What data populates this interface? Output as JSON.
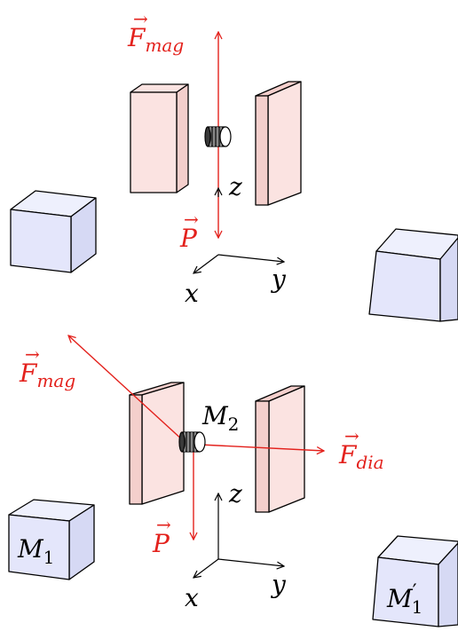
{
  "colors": {
    "force": "#e3211c",
    "plate_fill": "#fbe3e1",
    "cube_front": "#e4e6fb",
    "cube_top": "#eef0fd",
    "cube_side": "#d6d9f4",
    "stroke": "#000000"
  },
  "top_panel": {
    "force_magnetic": {
      "symbol": "F",
      "subscript": "mag"
    },
    "force_weight": {
      "symbol": "P"
    },
    "axis_z": "z",
    "axis_x": "x",
    "axis_y": "y"
  },
  "bottom_panel": {
    "force_magnetic": {
      "symbol": "F",
      "subscript": "mag"
    },
    "force_diamagnetic": {
      "symbol": "F",
      "subscript": "dia"
    },
    "force_weight": {
      "symbol": "P"
    },
    "sample_label": {
      "symbol": "M",
      "subscript": "2"
    },
    "magnet_left_label": {
      "symbol": "M",
      "subscript": "1"
    },
    "magnet_right_label": {
      "symbol": "M",
      "prime": "′",
      "subscript": "1"
    },
    "axis_z": "z",
    "axis_x": "x",
    "axis_y": "y"
  }
}
